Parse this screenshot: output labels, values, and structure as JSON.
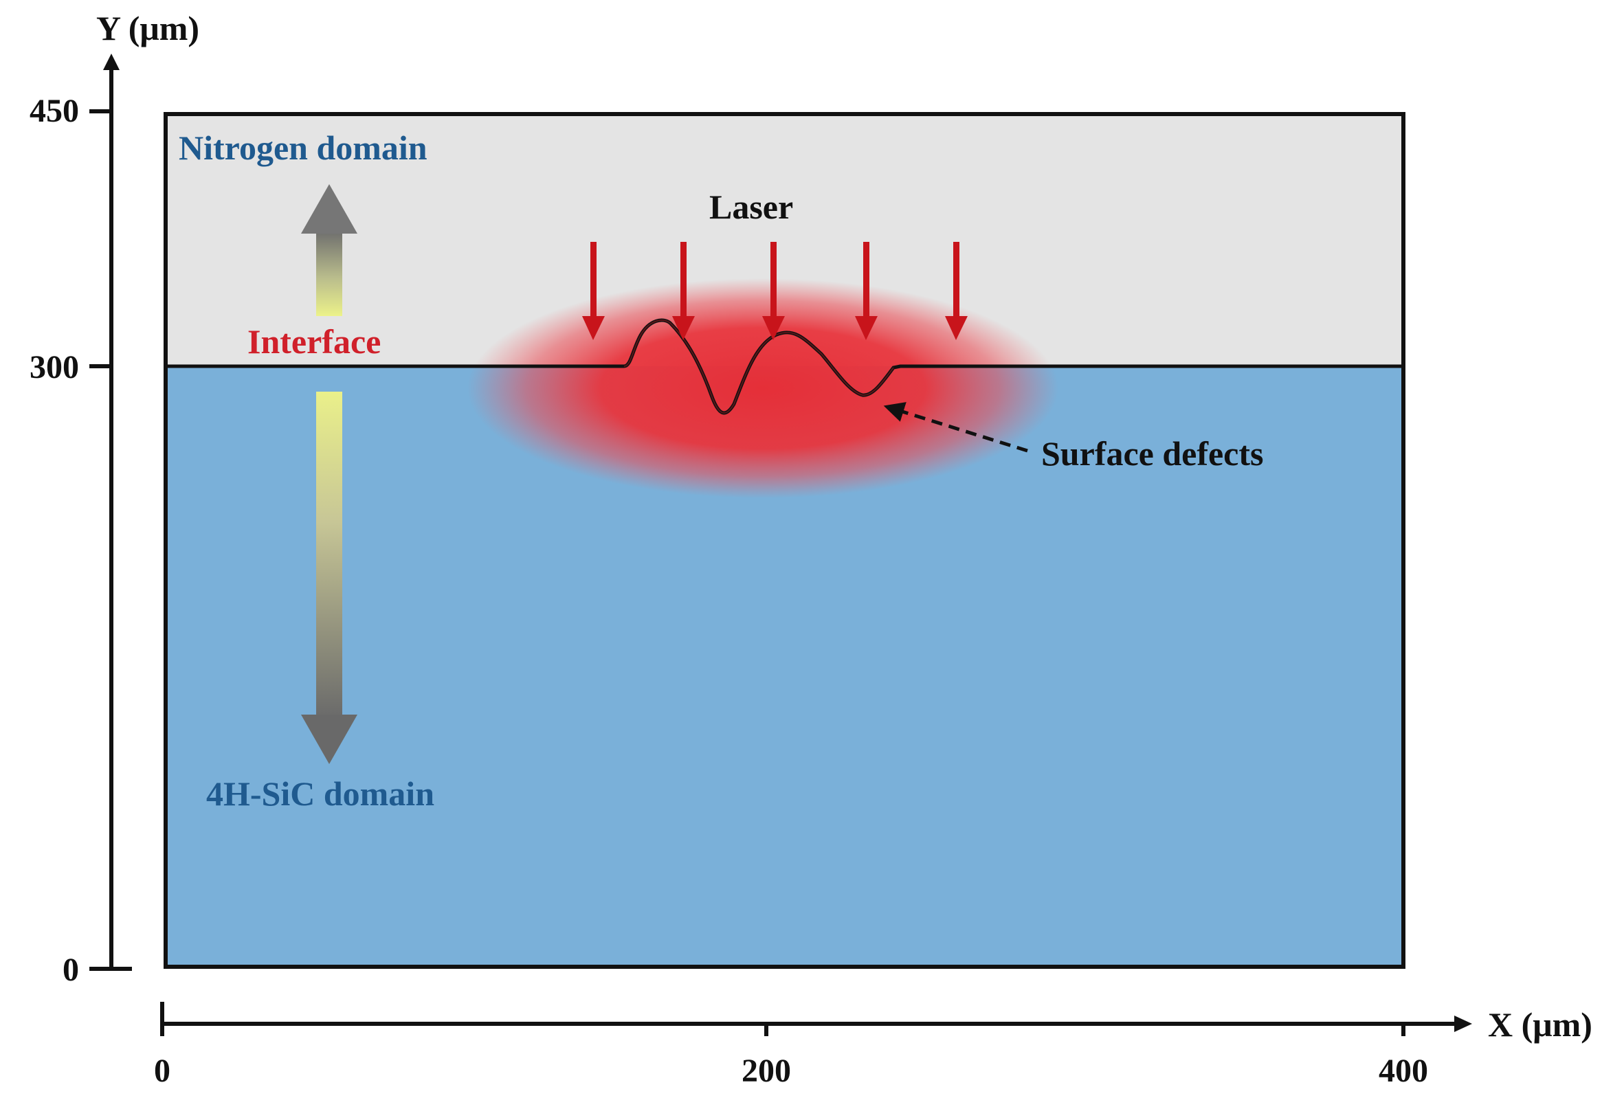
{
  "y_axis": {
    "label": "Y (μm)",
    "ticks": [
      "450",
      "300",
      "0"
    ]
  },
  "x_axis": {
    "label": "X (μm)",
    "ticks": [
      "0",
      "200",
      "400"
    ]
  },
  "labels": {
    "nitrogen_domain": "Nitrogen domain",
    "interface": "Interface",
    "laser": "Laser",
    "surface_defects": "Surface defects",
    "sic_domain": "4H-SiC domain"
  },
  "colors": {
    "nitrogen_fill": "#e4e4e4",
    "sic_fill": "#7ab0d9",
    "heat_spot": "#e8333a",
    "laser_arrow": "#c8141b",
    "domain_label": "#1f5a8f",
    "interface_label": "#d0202a"
  }
}
